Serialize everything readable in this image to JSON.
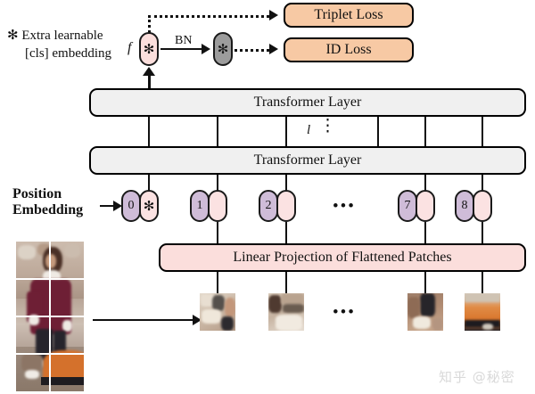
{
  "figure": {
    "caption_legend": {
      "star_symbol": "✻",
      "line1": "Extra learnable",
      "line2": "[cls] embedding"
    },
    "losses": [
      {
        "label": "Triplet Loss",
        "color": "#f7c9a4"
      },
      {
        "label": "ID Loss",
        "color": "#f7c9a4"
      }
    ],
    "bn_label": "BN",
    "f_label": "f",
    "cls_token_glyph": "✻",
    "transformer_layers": [
      {
        "label": "Transformer Layer"
      },
      {
        "label": "Transformer Layer"
      }
    ],
    "layer_repeat_symbol": "l",
    "layer_repeat_dots": "⋮",
    "position_embedding": {
      "line1": "Position",
      "line2": "Embedding"
    },
    "tokens": [
      {
        "index": "0",
        "has_cls": true,
        "cls_glyph": "✻"
      },
      {
        "index": "1",
        "has_cls": false
      },
      {
        "index": "2",
        "has_cls": false
      },
      {
        "index": "7",
        "has_cls": false
      },
      {
        "index": "8",
        "has_cls": false
      }
    ],
    "token_ellipsis": "•••",
    "linear_projection": {
      "label": "Linear Projection of Flattened Patches"
    },
    "patch_ellipsis": "•••",
    "source_image": {
      "alt": "pedestrian image split into 2 by 4 patch grid",
      "grid_cols": 2,
      "grid_rows": 4
    },
    "patch_strip": {
      "count_visible": 4,
      "alt": "flattened image patches"
    },
    "watermark": "知乎 @秘密",
    "colors": {
      "loss_box": "#f7c9a4",
      "transformer_box": "#f0f0f0",
      "linear_projection_box": "#fbdedc",
      "position_pill": "#cfbcd8",
      "patch_pill": "#fbe2e2",
      "bn_pill": "#9c9c9c",
      "outline": "#111111"
    }
  }
}
